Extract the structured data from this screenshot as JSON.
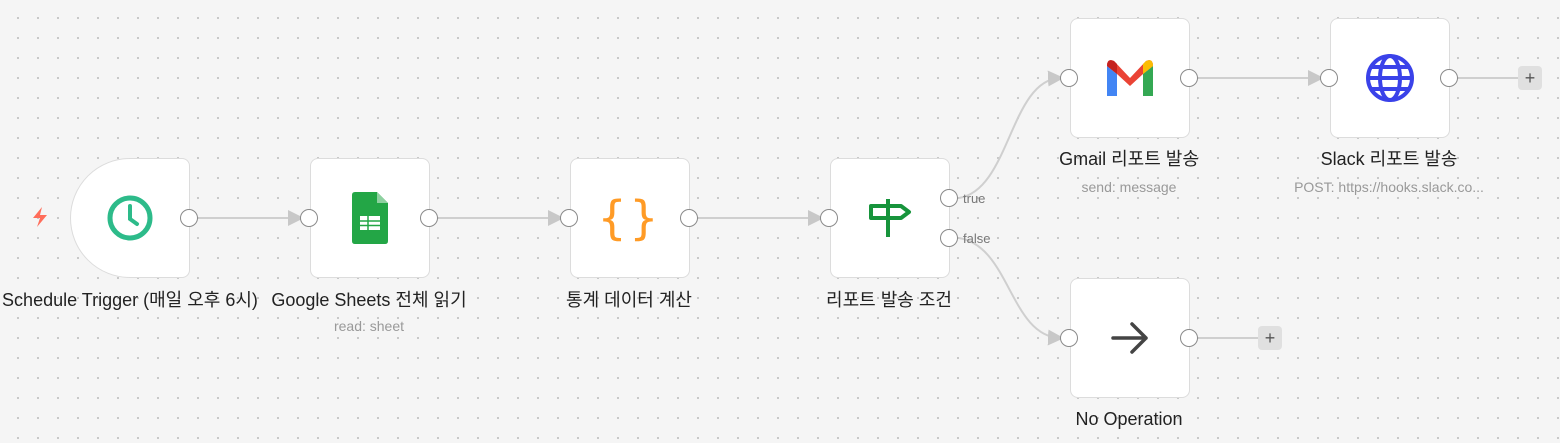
{
  "nodes": [
    {
      "id": "trigger",
      "label": "Schedule Trigger (매일 오후 6시)",
      "icon": "clock-icon"
    },
    {
      "id": "sheets",
      "label": "Google Sheets 전체 읽기",
      "subtitle": "read: sheet",
      "icon": "google-sheets-icon"
    },
    {
      "id": "code",
      "label": "통계 데이터 계산",
      "icon": "code-braces-icon"
    },
    {
      "id": "if",
      "label": "리포트 발송 조건",
      "icon": "signpost-icon",
      "outputs": [
        "true",
        "false"
      ]
    },
    {
      "id": "gmail",
      "label": "Gmail 리포트 발송",
      "subtitle": "send: message",
      "icon": "gmail-icon"
    },
    {
      "id": "http",
      "label": "Slack 리포트 발송",
      "subtitle": "POST: https://hooks.slack.co...",
      "icon": "globe-icon"
    },
    {
      "id": "noop",
      "label": "No Operation",
      "icon": "arrow-right-icon"
    }
  ],
  "plus": "+",
  "colors": {
    "trigger": "#ff6d5a",
    "clock": "#2dbb8a",
    "sheets": "#23a646",
    "code": "#ff9b26",
    "if": "#17943c",
    "globe": "#3a42e9"
  }
}
